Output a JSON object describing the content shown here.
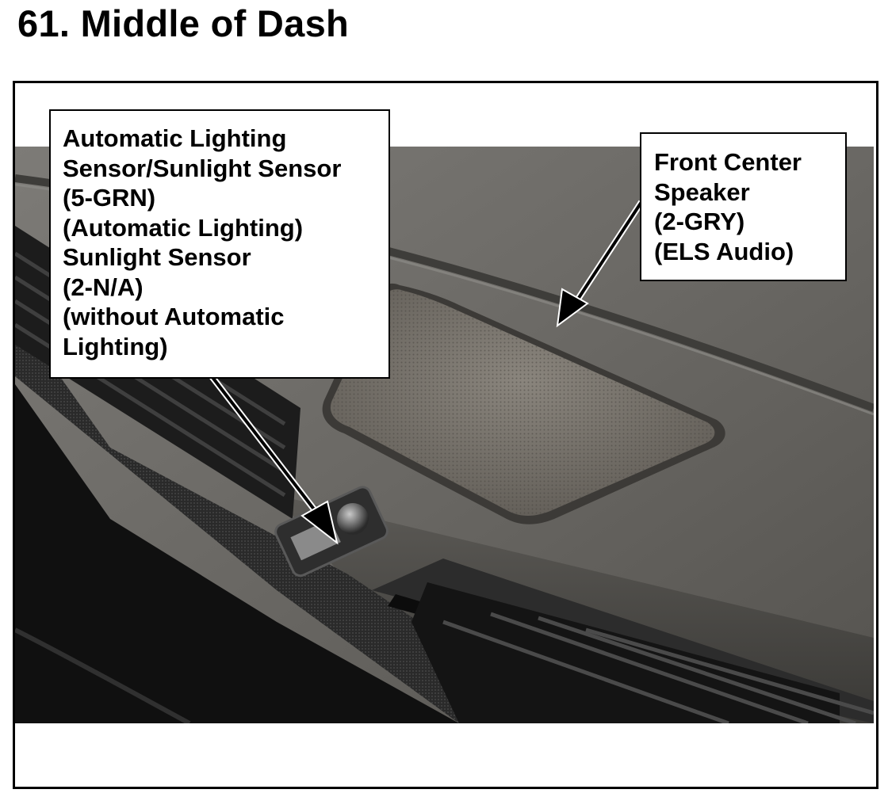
{
  "page": {
    "title": "61.  Middle of Dash"
  },
  "figure": {
    "photo_subject": "dashboard-interior-photo",
    "callouts": [
      {
        "lines": [
          "Automatic Lighting",
          "Sensor/Sunlight Sensor",
          "(5-GRN)",
          "(Automatic Lighting)",
          "Sunlight Sensor",
          "(2-N/A)",
          "(without Automatic",
          "Lighting)"
        ]
      },
      {
        "lines": [
          "Front Center",
          "Speaker",
          "(2-GRY)",
          "(ELS Audio)"
        ]
      }
    ]
  },
  "colors": {
    "text": "#000000",
    "frame": "#000000",
    "dash_upper": "#6f6f6f",
    "dash_lower": "#1a1a1a",
    "speaker_grille": "#7a7670"
  }
}
